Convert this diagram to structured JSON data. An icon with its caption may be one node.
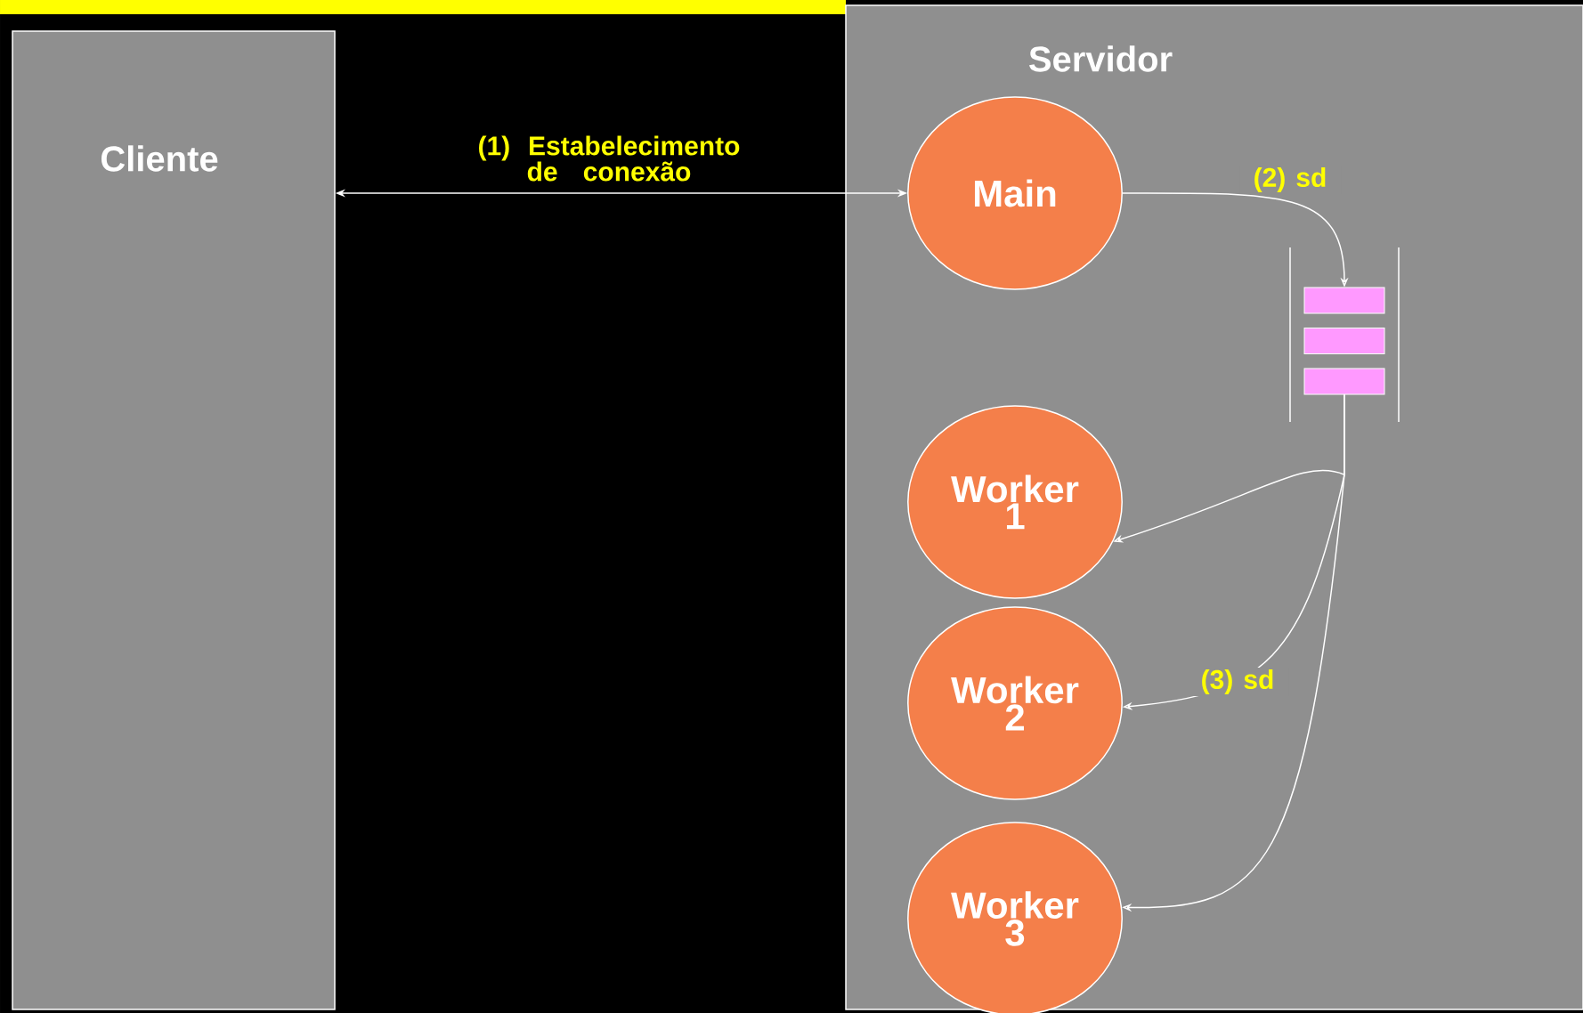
{
  "diagram": {
    "nodes": [
      {
        "text": [
          "Cliente"
        ]
      },
      {
        "text": [
          "Servidor"
        ]
      },
      {
        "text": [
          "Main"
        ],
        "in": 1
      },
      {
        "text": [],
        "shape": "box",
        "in": 1
      },
      {
        "text": [
          "Worker 1"
        ],
        "in": 1
      },
      {
        "text": [
          "Worker 2"
        ],
        "in": 1
      },
      {
        "text": [
          "Worker 3"
        ],
        "in": 1
      }
    ],
    "edges": [
      {
        "from": 0,
        "to": 2,
        "arrow": "both",
        "label": "(1) Estabelecimento de conexão"
      },
      {
        "from": 2,
        "to": 3,
        "arrow": "to",
        "label": "(2) sd"
      },
      {
        "from": 3,
        "to": 4,
        "arrow": "to"
      },
      {
        "from": 3,
        "to": 5,
        "arrow": "to",
        "label": "(3) sd"
      },
      {
        "from": 3,
        "to": 6,
        "arrow": "to"
      }
    ]
  }
}
